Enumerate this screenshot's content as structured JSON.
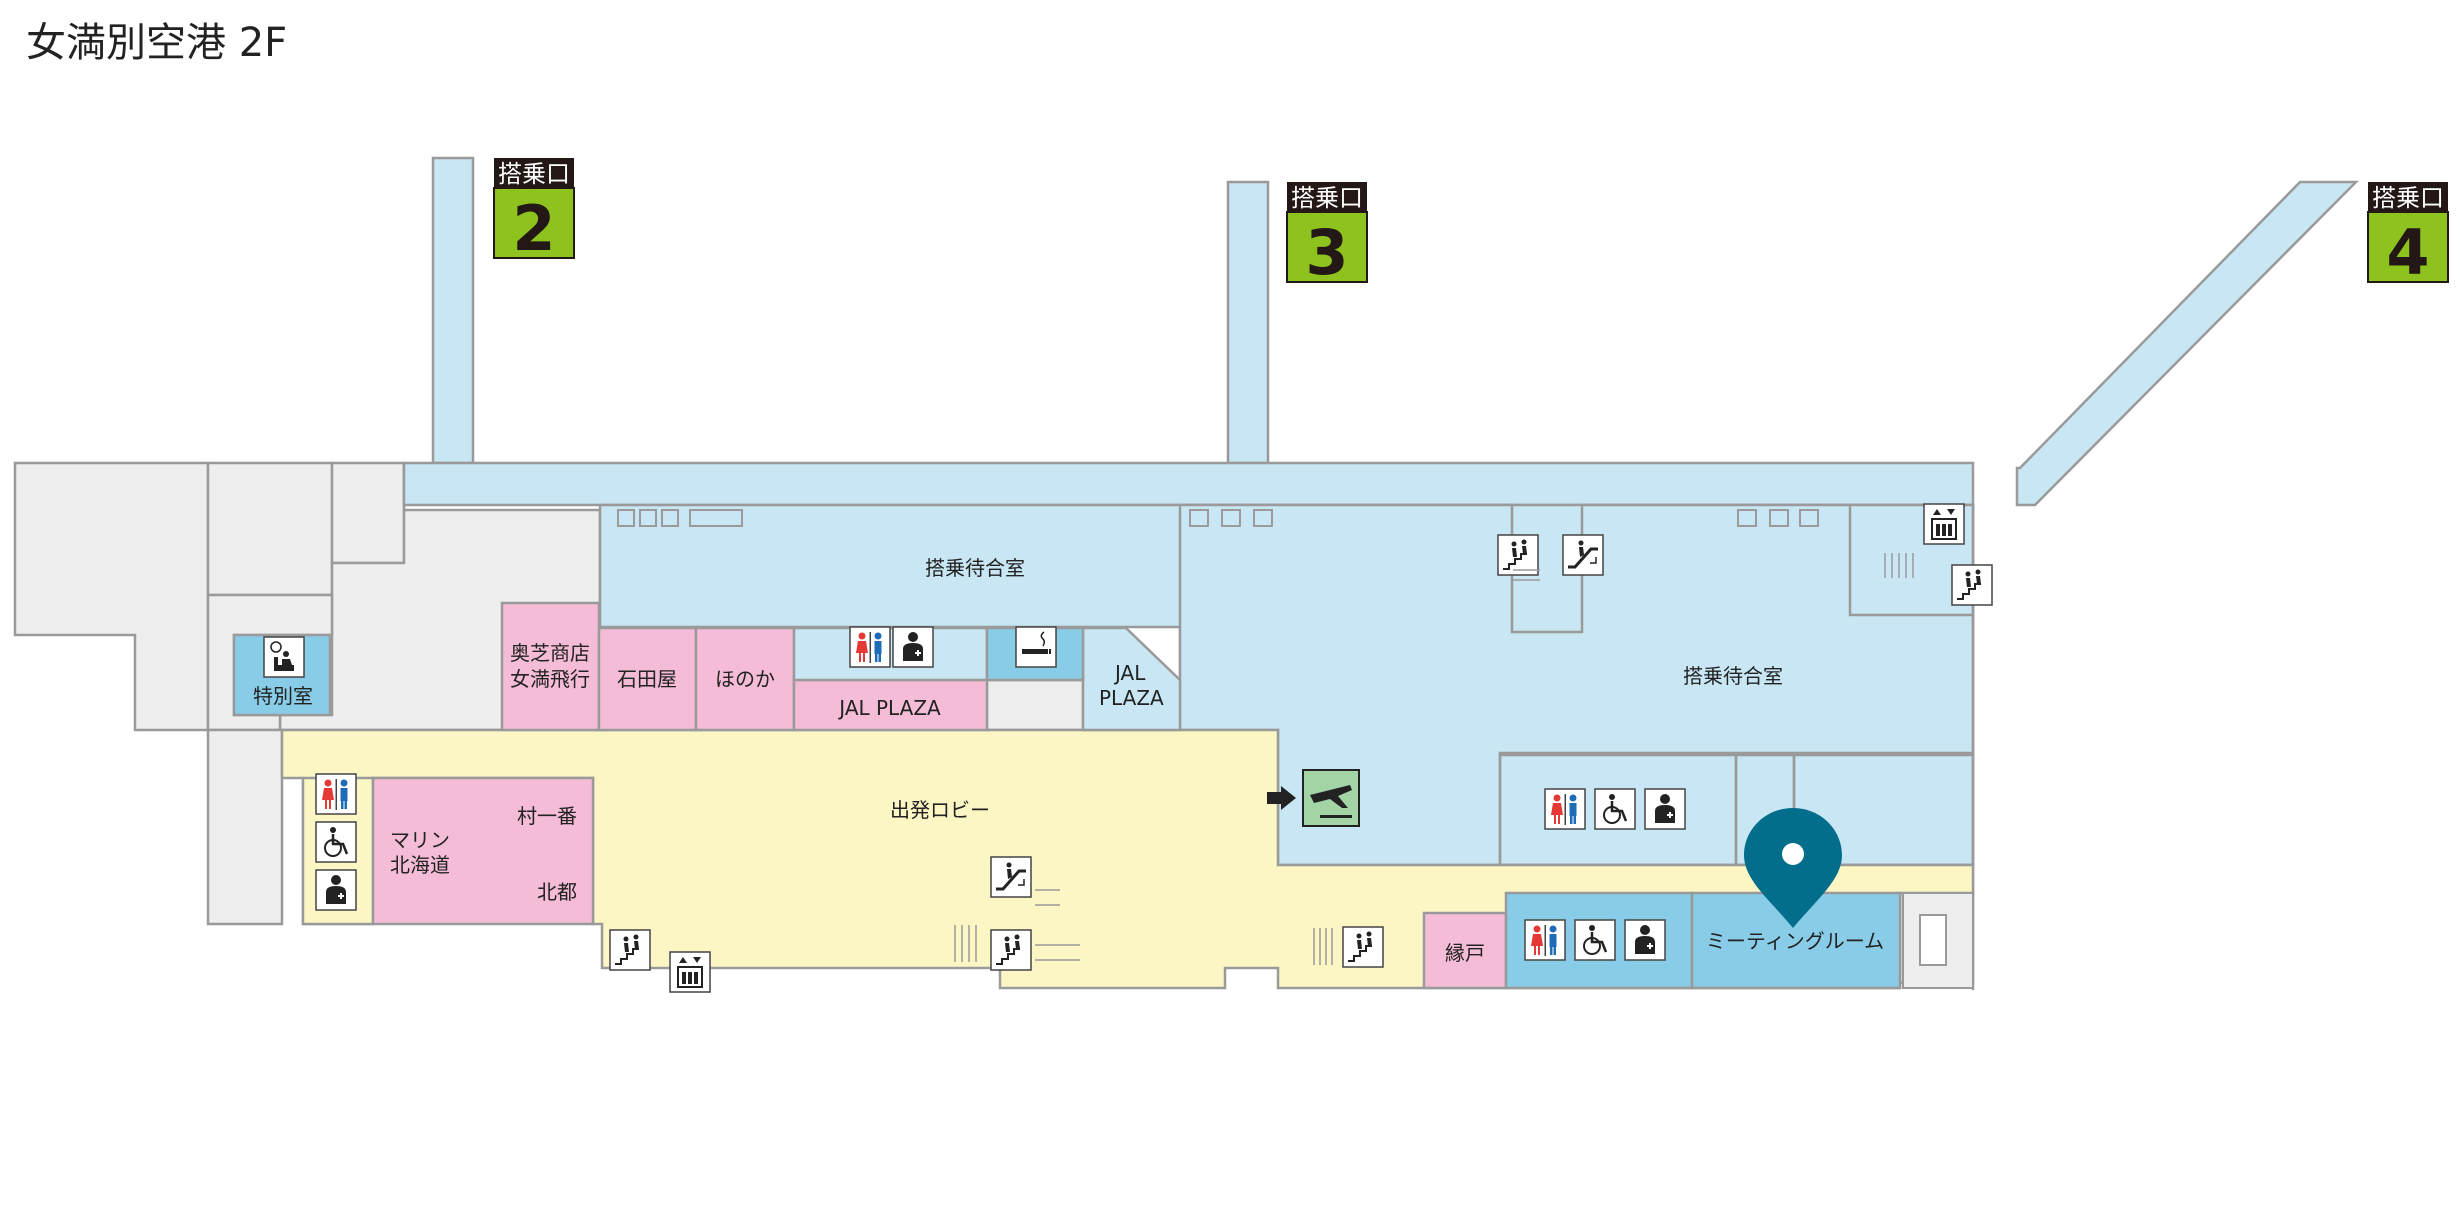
{
  "title": "女満別空港 2F",
  "gates": [
    {
      "label": "搭乗口",
      "number": "2"
    },
    {
      "label": "搭乗口",
      "number": "3"
    },
    {
      "label": "搭乗口",
      "number": "4"
    }
  ],
  "rooms": {
    "boarding_lounge_a": "搭乗待合室",
    "boarding_lounge_b": "搭乗待合室",
    "departure_lobby": "出発ロビー",
    "special_room": "特別室",
    "okushiba_line1": "奥芝商店",
    "okushiba_line2": "女満飛行",
    "ishidaya": "石田屋",
    "honoka": "ほのか",
    "jal_plaza_shop": "JAL PLAZA",
    "jal_plaza_line1": "JAL",
    "jal_plaza_line2": "PLAZA",
    "marine_line1": "マリン",
    "marine_line2": "北海道",
    "muraichiban": "村一番",
    "hokuto": "北都",
    "engawa": "縁戸",
    "meeting_room": "ミーティングルーム"
  },
  "colors": {
    "boarding_area": "#c8e6f3",
    "lobby": "#fbf6c4",
    "shop": "#f4bcd6",
    "service": "#89cce8",
    "backstage": "#eeeeee",
    "outline": "#9a9a9a",
    "gate_green": "#8dc21f",
    "gate_dark": "#231815",
    "pin": "#036e8c",
    "departure_sign": "#a3d4a6"
  }
}
